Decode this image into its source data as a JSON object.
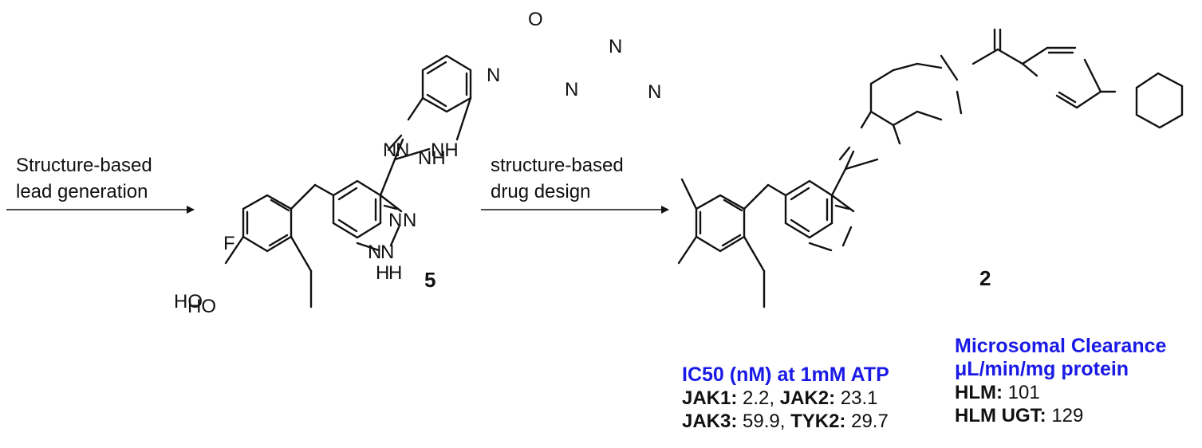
{
  "arrows": [
    {
      "line1": "Structure-based",
      "line2": "lead generation"
    },
    {
      "line1": "structure-based",
      "line2": "drug design"
    }
  ],
  "compounds": {
    "c5": {
      "label": "5",
      "atoms": {
        "nh_benz": "NH",
        "n_benz": "N",
        "n_ind": "N",
        "nh_ind": "N",
        "h_ind": "H",
        "ho": "HO"
      }
    },
    "c2": {
      "label": "2",
      "atoms": {
        "o": "O",
        "n_amide": "N",
        "n_pz1": "N",
        "n_pz2": "N",
        "n_pip": "N",
        "n_imid": "N",
        "nh_imid": "NH",
        "n_ind": "N",
        "nh_ind": "N",
        "h_ind": "H",
        "f": "F",
        "ho": "HO"
      }
    }
  },
  "ic50": {
    "heading": "IC50 (nM) at 1mM ATP",
    "rows": [
      [
        {
          "k": "JAK1:",
          "v": " 2.2, "
        },
        {
          "k": "JAK2:",
          "v": " 23.1"
        }
      ],
      [
        {
          "k": "JAK3:",
          "v": " 59.9, "
        },
        {
          "k": "TYK2:",
          "v": " 29.7"
        }
      ]
    ]
  },
  "clearance": {
    "heading1": "Microsomal Clearance",
    "heading2": "μL/min/mg protein",
    "rows": [
      {
        "k": "HLM:",
        "v": " 101"
      },
      {
        "k": "HLM UGT:",
        "v": " 129"
      }
    ]
  },
  "colors": {
    "accent": "#1a1ae6",
    "ink": "#111111"
  }
}
